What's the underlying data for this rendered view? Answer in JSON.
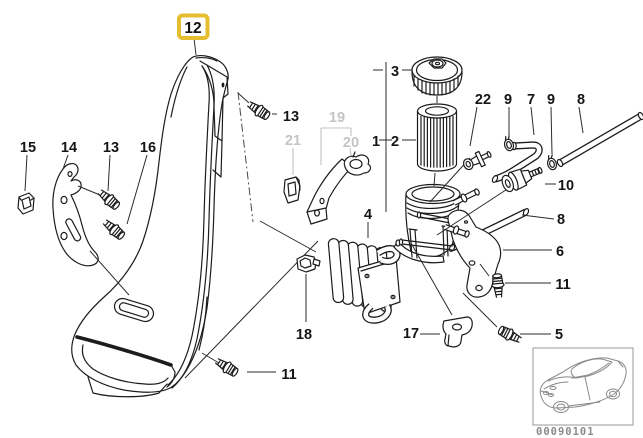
{
  "page": {
    "background": "#ffffff"
  },
  "colors": {
    "highlight_border": "#E4BE2E",
    "line": "#1c1c1c",
    "ghost_label": "#c4c4c4",
    "inset_gray": "#8a8a8a"
  },
  "callouts": {
    "duct": "12",
    "clip_nut": "15",
    "bracket_left": "14",
    "bolt_left": "13",
    "bolt_left_b": "16",
    "bolt_duct": "13",
    "ghost_bracket": "19",
    "ghost_clamp": "20",
    "ghost_clip": "21",
    "filter_assembly": "1",
    "filter_element": "2",
    "filter_cap": "3",
    "cooler": "4",
    "bolt_small": "5",
    "support_bracket": "6",
    "elbow_hose": "7",
    "fuel_hose": "8",
    "fuel_pipe": "8",
    "clamp_front": "9",
    "clamp_rear": "9",
    "pressure_regulator": "10",
    "bolt_bracket": "11",
    "bolt_tail": "11",
    "lower_bracket": "17",
    "holder_clip": "18",
    "vent_valve": "22"
  },
  "inset": {
    "diagram_code": "00090101"
  }
}
